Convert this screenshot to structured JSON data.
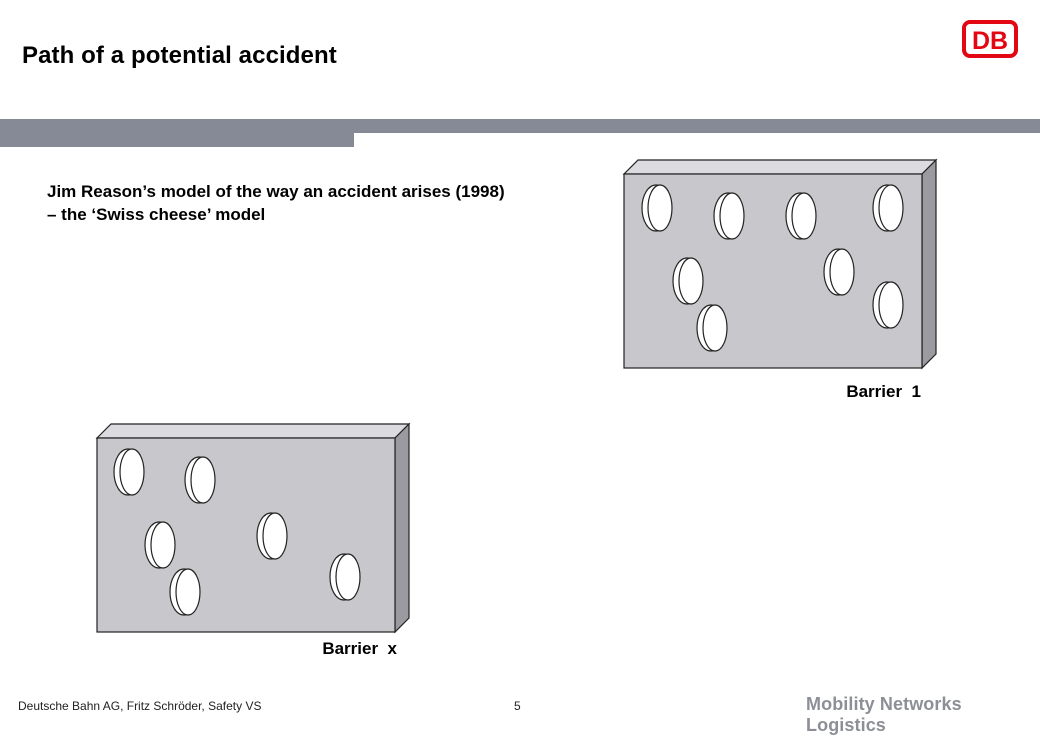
{
  "slide": {
    "title": "Path of a potential accident",
    "subtitle_line1": "Jim Reason’s model of the way an accident arises (1998)",
    "subtitle_line2": "– the ‘Swiss cheese’ model"
  },
  "logo": {
    "text": "DB",
    "color": "#e30613"
  },
  "barriers": [
    {
      "label": "Barrier  1"
    },
    {
      "label": "Barrier  x"
    }
  ],
  "footer": {
    "left": "Deutsche Bahn AG, Fritz Schröder, Safety VS",
    "page": "5",
    "tagline": "Mobility Networks Logistics"
  },
  "colors": {
    "band": "#868a96",
    "slab_front": "#c8c8cc",
    "slab_side": "#9a9aa0",
    "slab_top": "#dcdce0",
    "hole": "#ffffff",
    "tagline": "#8c8f96"
  }
}
